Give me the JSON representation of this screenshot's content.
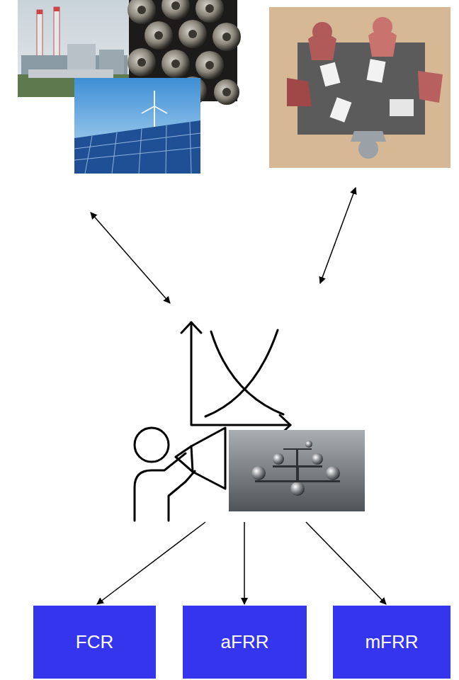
{
  "diagram": {
    "nodes": [
      {
        "text": [
          "FCR"
        ]
      },
      {
        "text": [
          "aFRR"
        ]
      },
      {
        "text": [
          "mFRR"
        ]
      }
    ]
  }
}
